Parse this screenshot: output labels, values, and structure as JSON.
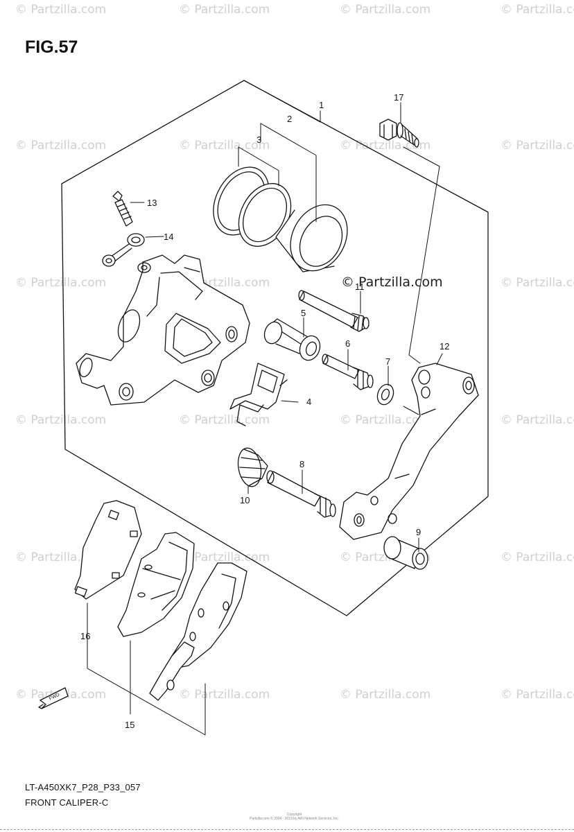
{
  "figure": {
    "title": "FIG.57",
    "model_code": "LT-A450XK7_P28_P33_057",
    "description": "FRONT CALIPER-C"
  },
  "watermark": {
    "text": "© Partzilla.com",
    "center_text": "© Partzilla.com",
    "copyright_small_1": "Copyright",
    "copyright_small_2": "Partzilla.com © 2004 - 2019 by ARI Network Services, Inc."
  },
  "callouts": {
    "c1": "1",
    "c2": "2",
    "c3": "3",
    "c4": "4",
    "c5": "5",
    "c6": "6",
    "c7": "7",
    "c8": "8",
    "c9": "9",
    "c10": "10",
    "c11": "11",
    "c12": "12",
    "c13": "13",
    "c14": "14",
    "c15": "15",
    "c16": "16",
    "c17": "17"
  },
  "fwd_arrow": "FWD",
  "colors": {
    "line": "#111111",
    "watermark": "#cfcfcf"
  }
}
